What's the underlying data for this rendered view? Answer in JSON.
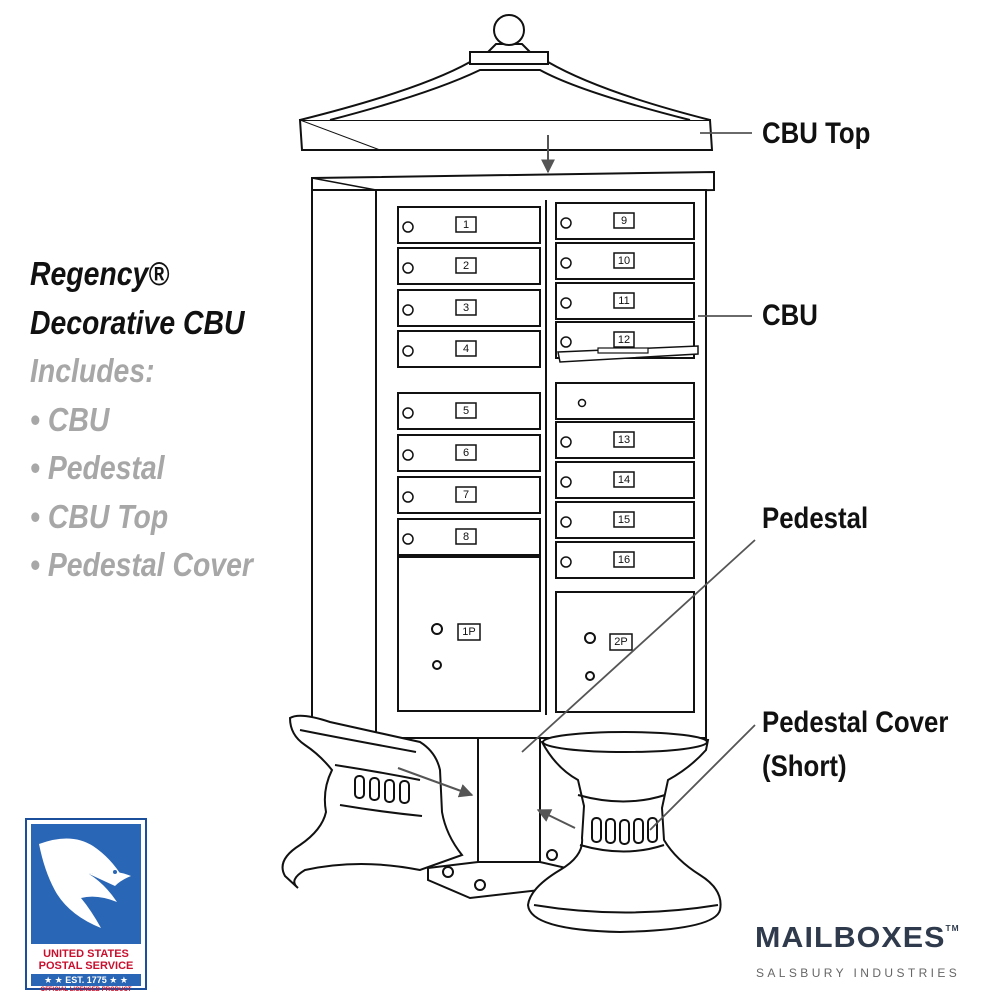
{
  "heading": {
    "line1": "Regency®",
    "line2": "Decorative CBU",
    "includes": "Includes:",
    "items": [
      "CBU",
      "Pedestal",
      "CBU Top",
      "Pedestal Cover"
    ]
  },
  "callouts": {
    "cbu_top": "CBU Top",
    "cbu": "CBU",
    "pedestal": "Pedestal",
    "pedestal_cover_line1": "Pedestal Cover",
    "pedestal_cover_line2": "(Short)"
  },
  "mailbox": {
    "left_doors": [
      "1",
      "2",
      "3",
      "4",
      "5",
      "6",
      "7",
      "8"
    ],
    "right_doors": [
      "9",
      "10",
      "11",
      "12",
      "",
      "13",
      "14",
      "15",
      "16"
    ],
    "parcel_left": "1P",
    "parcel_right": "2P"
  },
  "usps_badge": {
    "line1": "UNITED STATES",
    "line2": "POSTAL SERVICE",
    "est": "★ ★ EST. 1775 ★ ★",
    "licensed": "OFFICIAL LICENSED PRODUCT",
    "color_blue": "#2a66b6",
    "color_red": "#c8102e"
  },
  "brand": {
    "name": "MAILBOXES",
    "tm": "TM",
    "sub": "SALSBURY INDUSTRIES"
  },
  "colors": {
    "line_art": "#111111",
    "callout_line": "#555555",
    "grey_text": "#a7a7a7"
  }
}
